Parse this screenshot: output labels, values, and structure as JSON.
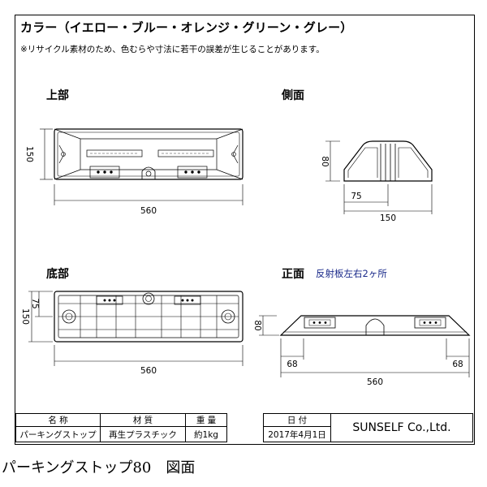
{
  "header": {
    "title": "カラー（イエロー・ブルー・オレンジ・グリーン・グレー）",
    "note": "※リサイクル素材のため、色むらや寸法に若干の誤差が生じることがあります。"
  },
  "views": {
    "top": "上部",
    "side": "側面",
    "bottom": "底部",
    "front": "正面",
    "front_note": "反射板左右2ヶ所"
  },
  "dimensions": {
    "top_width": "560",
    "top_height": "150",
    "side_height": "80",
    "side_inner": "75",
    "side_depth": "150",
    "bottom_width": "560",
    "bottom_height": "150",
    "bottom_half": "75",
    "front_height": "80",
    "front_left": "68",
    "front_right": "68",
    "front_width": "560"
  },
  "title_block": {
    "name_label": "名 称",
    "material_label": "材 質",
    "weight_label": "重 量",
    "date_label": "日 付",
    "name_value": "パーキングストップ",
    "material_value": "再生プラスチック",
    "weight_value": "約1kg",
    "date_value": "2017年4月1日",
    "company": "SUNSELF Co.,Ltd."
  },
  "caption": "パーキングストップ80　図面"
}
